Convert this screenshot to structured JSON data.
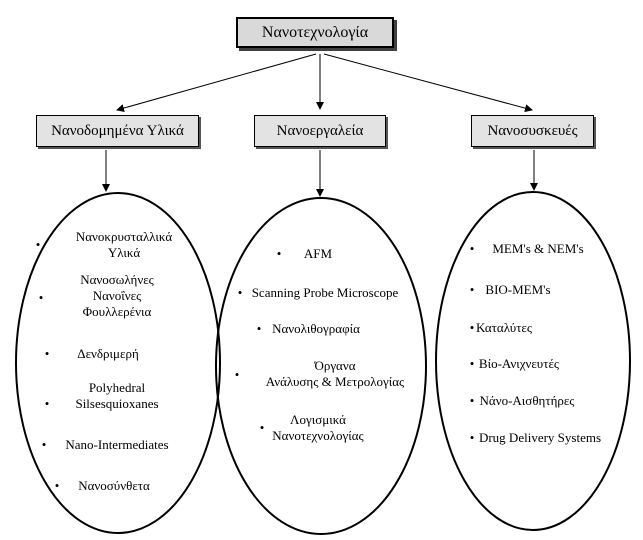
{
  "root": {
    "label": "Νανοτεχνολογία"
  },
  "categories": [
    {
      "label": "Νανοδομημένα Υλικά",
      "items": [
        "Νανοκρυσταλλικά Υλικά",
        "Νανοσωλήνες Νανοΐνες Φουλλερένια",
        "Δενδριμερή",
        "Polyhedral Silsesquioxanes",
        "Nano-Intermediates",
        "Νανοσύνθετα"
      ]
    },
    {
      "label": "Νανοεργαλεία",
      "items": [
        "AFM",
        "Scanning Probe Microscope",
        "Νανολιθογραφία",
        "Όργανα Ανάλυσης & Μετρολογίας",
        "Λογισμικά Νανοτεχνολογίας"
      ]
    },
    {
      "label": "Νανοσυσκευές",
      "items": [
        "MEM's & NEM's",
        "BIO-MEM's",
        "Καταλύτες",
        "Βίο-Ανιχνευτές",
        "Νάνο-Αισθητήρες",
        "Drug Delivery Systems"
      ]
    }
  ]
}
